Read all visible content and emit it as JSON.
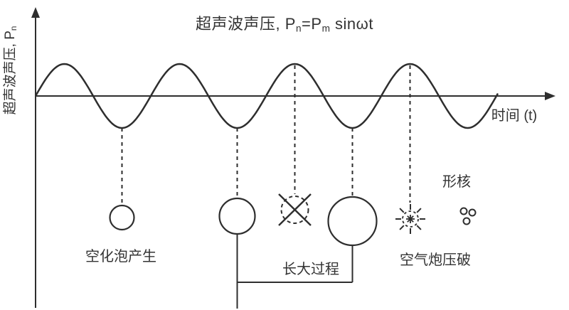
{
  "diagram": {
    "title": {
      "prefix": "超声波声压, P",
      "sub1": "n",
      "mid": "=P",
      "sub2": "m",
      "suffix": " sinωt"
    },
    "y_axis": {
      "prefix": "超声波声压, P",
      "sub": "n"
    },
    "x_axis_label": "时间 (t)",
    "stage_labels": {
      "bubble_generation": "空化泡产生",
      "growth_process": "长大过程",
      "bubble_burst": "空气炮压破",
      "nucleation": "形核"
    },
    "colors": {
      "line": "#2e2e2e",
      "text": "#333333",
      "background": "#ffffff"
    }
  }
}
